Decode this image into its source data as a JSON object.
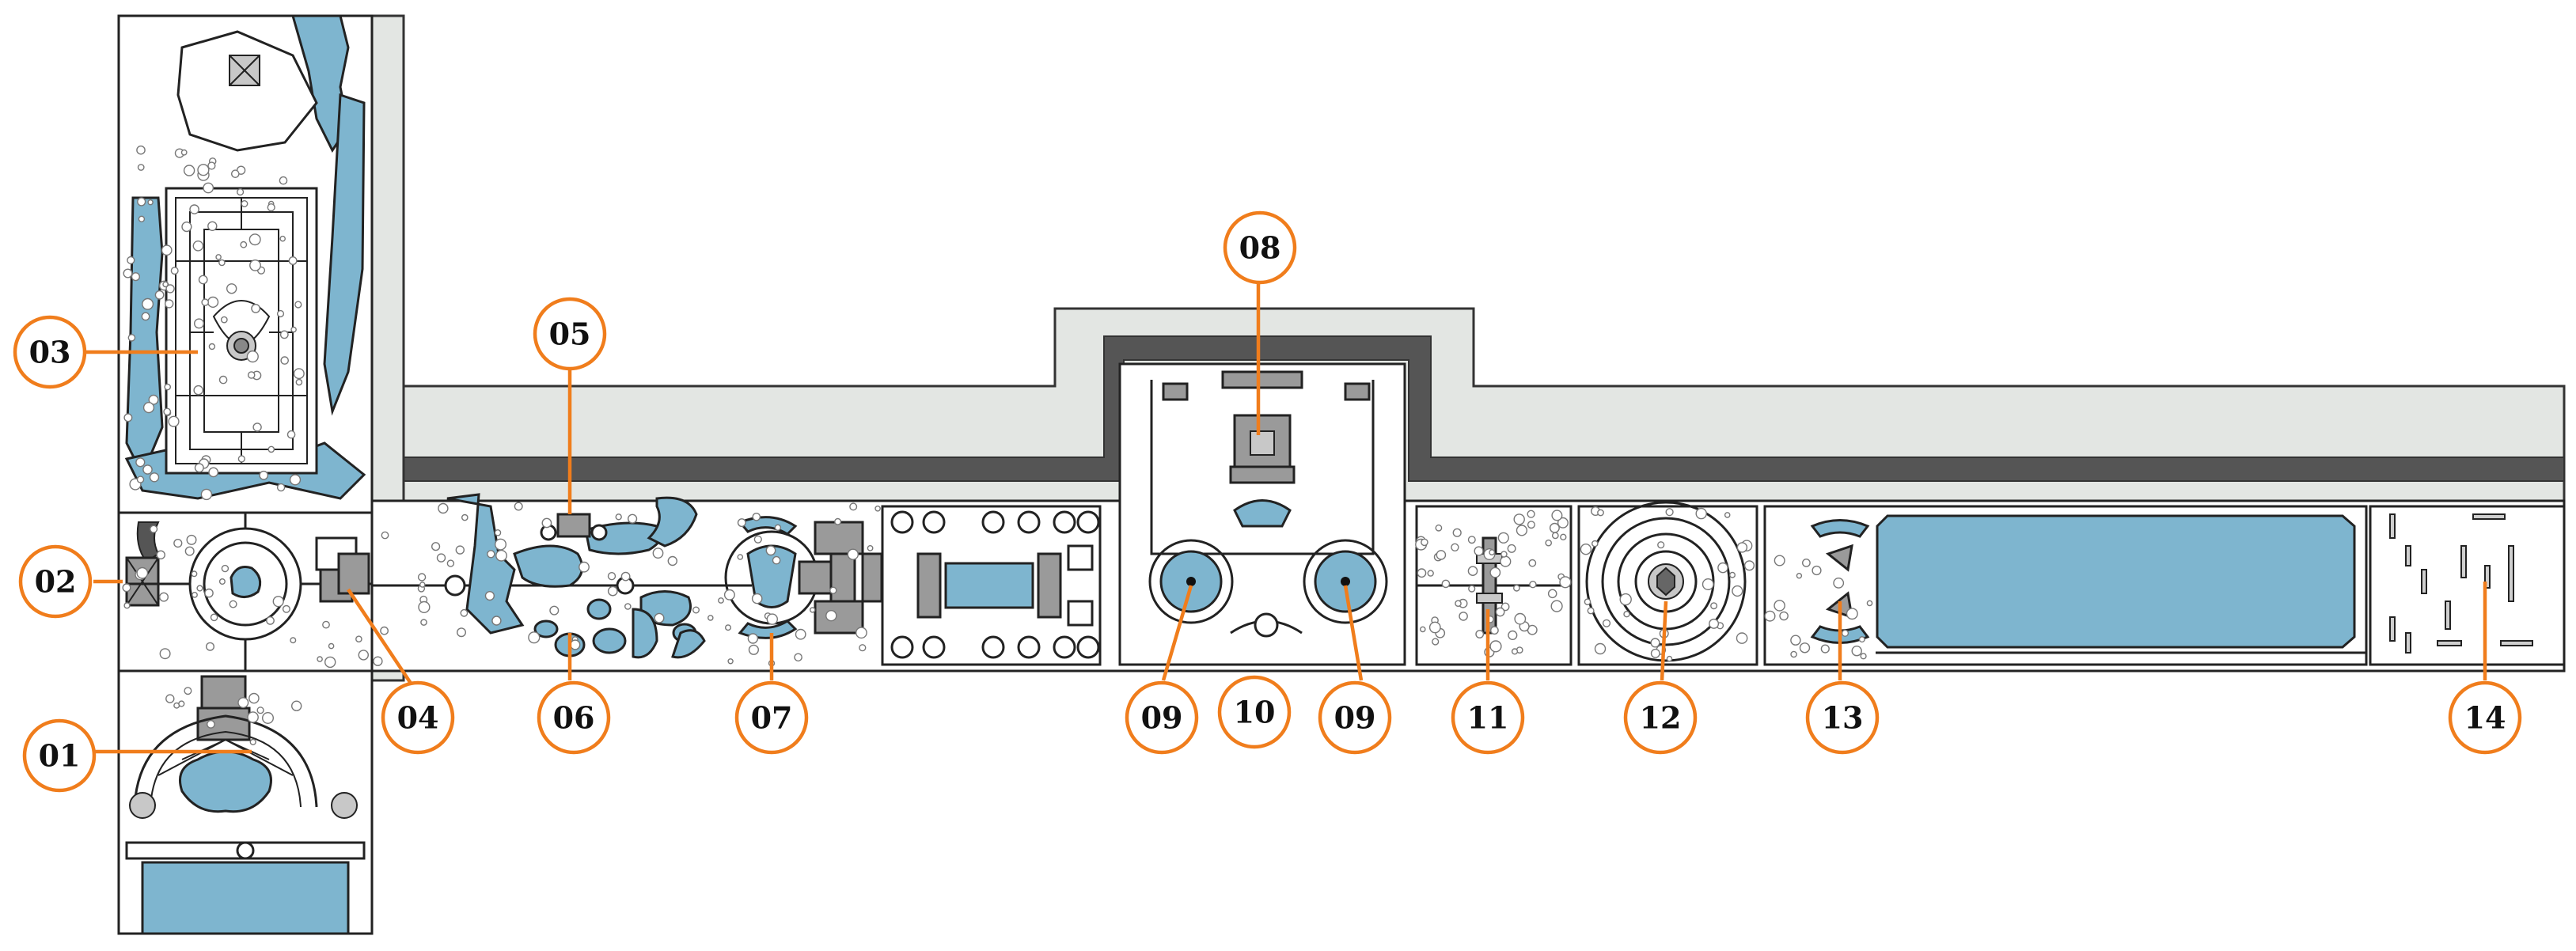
{
  "diagram": {
    "colors": {
      "callout_orange": "#f07d1c",
      "water_blue": "#7eb5cf",
      "wall_gray": "#e3e6e3",
      "wall_dark": "#555555",
      "building_gray": "#9a9a9a"
    },
    "callouts": [
      {
        "id": "01",
        "label": "01"
      },
      {
        "id": "02",
        "label": "02"
      },
      {
        "id": "03",
        "label": "03"
      },
      {
        "id": "04",
        "label": "04"
      },
      {
        "id": "05",
        "label": "05"
      },
      {
        "id": "06",
        "label": "06"
      },
      {
        "id": "07",
        "label": "07"
      },
      {
        "id": "08",
        "label": "08"
      },
      {
        "id": "09a",
        "label": "09"
      },
      {
        "id": "10",
        "label": "10"
      },
      {
        "id": "09b",
        "label": "09"
      },
      {
        "id": "11",
        "label": "11"
      },
      {
        "id": "12",
        "label": "12"
      },
      {
        "id": "13",
        "label": "13"
      },
      {
        "id": "14",
        "label": "14"
      }
    ]
  }
}
